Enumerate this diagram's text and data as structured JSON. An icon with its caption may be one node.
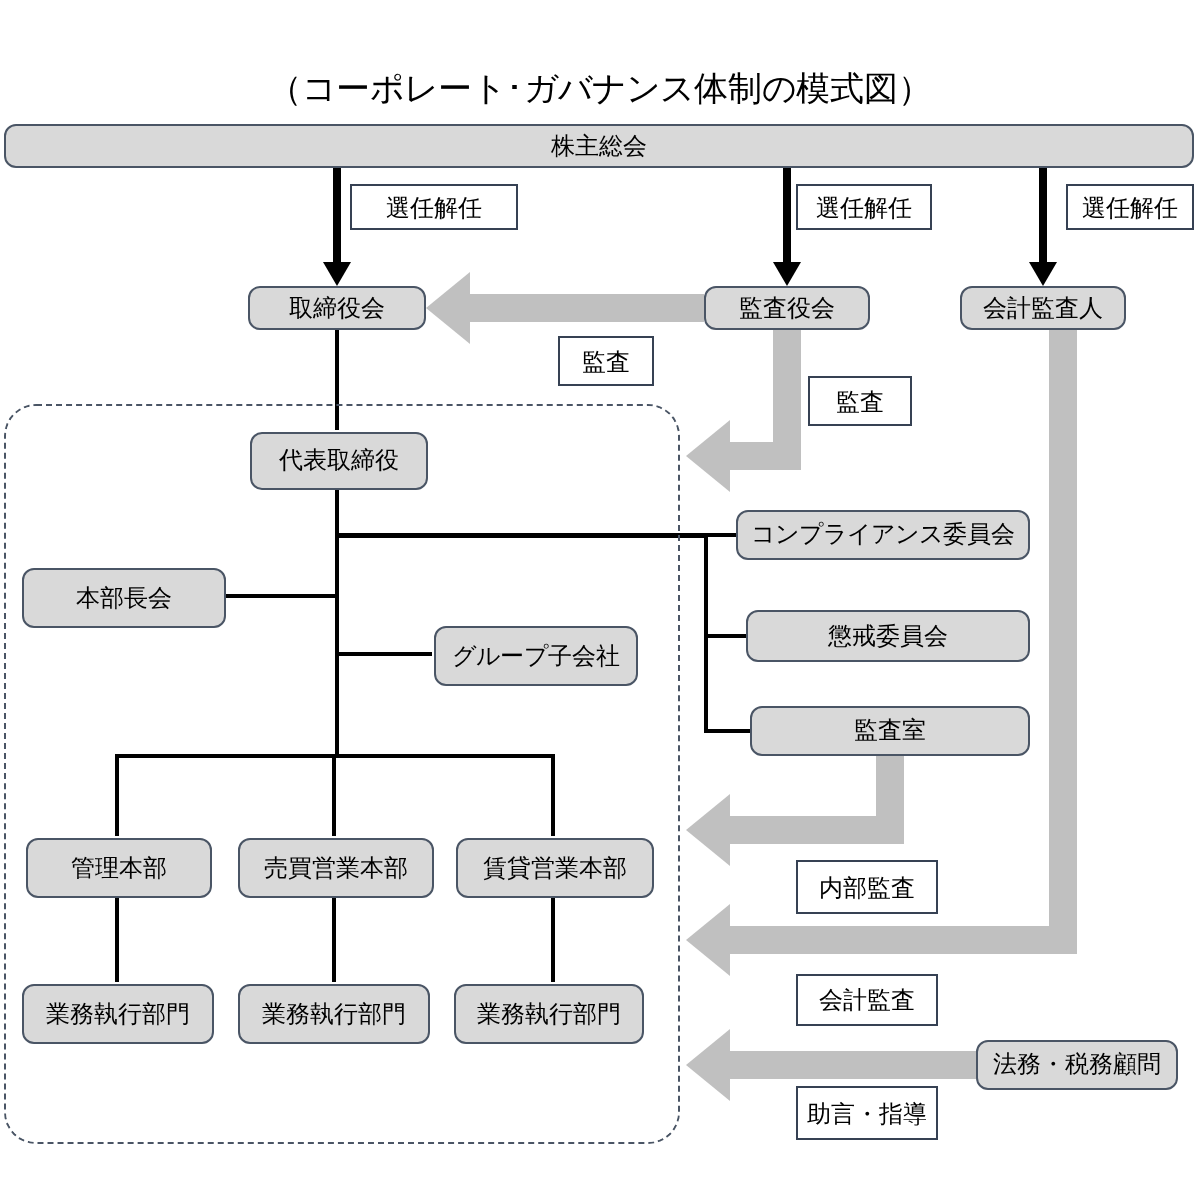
{
  "diagram": {
    "title": "（コーポレート･ガバナンス体制の模式図）",
    "nodes": [
      {
        "text": [
          "株主総会"
        ]
      },
      {
        "text": [
          "取締役会"
        ]
      },
      {
        "text": [
          "監査役会"
        ]
      },
      {
        "text": [
          "会計監査人"
        ]
      },
      {
        "text": [],
        "shape": "box"
      },
      {
        "text": [
          "代表取締役"
        ],
        "in": 4
      },
      {
        "text": [
          "本部長会"
        ],
        "in": 4
      },
      {
        "text": [
          "グループ子会社"
        ],
        "in": 4
      },
      {
        "text": [
          "コンプライアンス委員会"
        ]
      },
      {
        "text": [
          "懲戒委員会"
        ]
      },
      {
        "text": [
          "監査室"
        ]
      },
      {
        "text": [
          "管理本部"
        ],
        "in": 4
      },
      {
        "text": [
          "売買営業本部"
        ],
        "in": 4
      },
      {
        "text": [
          "賃貸営業本部"
        ],
        "in": 4
      },
      {
        "text": [
          "業務執行部門"
        ],
        "in": 4
      },
      {
        "text": [
          "業務執行部門"
        ],
        "in": 4
      },
      {
        "text": [
          "業務執行部門"
        ],
        "in": 4
      },
      {
        "text": [
          "法務・税務顧問"
        ]
      }
    ],
    "edges": [
      {
        "from": 0,
        "to": 1,
        "arrow": "to",
        "label": "選任解任",
        "style": "thick"
      },
      {
        "from": 0,
        "to": 2,
        "arrow": "to",
        "label": "選任解任",
        "style": "thick"
      },
      {
        "from": 0,
        "to": 3,
        "arrow": "to",
        "label": "選任解任",
        "style": "thick"
      },
      {
        "from": 2,
        "to": 1,
        "arrow": "to",
        "label": "監査",
        "style": "thick",
        "color": "#c0c0c0"
      },
      {
        "from": 2,
        "to": 4,
        "arrow": "to",
        "label": "監査",
        "style": "thick",
        "color": "#c0c0c0"
      },
      {
        "from": 10,
        "to": 4,
        "arrow": "to",
        "label": "内部監査",
        "style": "thick",
        "color": "#c0c0c0"
      },
      {
        "from": 3,
        "to": 4,
        "arrow": "to",
        "label": "会計監査",
        "style": "thick",
        "color": "#c0c0c0"
      },
      {
        "from": 17,
        "to": 4,
        "arrow": "to",
        "label": "助言・指導",
        "style": "thick",
        "color": "#c0c0c0"
      },
      {
        "from": 1,
        "to": 5,
        "arrow": "none"
      },
      {
        "from": 5,
        "to": 6,
        "arrow": "none"
      },
      {
        "from": 5,
        "to": 7,
        "arrow": "none"
      },
      {
        "from": 5,
        "to": 8,
        "arrow": "none"
      },
      {
        "from": 5,
        "to": 9,
        "arrow": "none"
      },
      {
        "from": 5,
        "to": 10,
        "arrow": "none"
      },
      {
        "from": 5,
        "to": 11,
        "arrow": "none"
      },
      {
        "from": 5,
        "to": 12,
        "arrow": "none"
      },
      {
        "from": 5,
        "to": 13,
        "arrow": "none"
      },
      {
        "from": 11,
        "to": 14,
        "arrow": "none"
      },
      {
        "from": 12,
        "to": 15,
        "arrow": "none"
      },
      {
        "from": 13,
        "to": 16,
        "arrow": "none"
      }
    ]
  }
}
